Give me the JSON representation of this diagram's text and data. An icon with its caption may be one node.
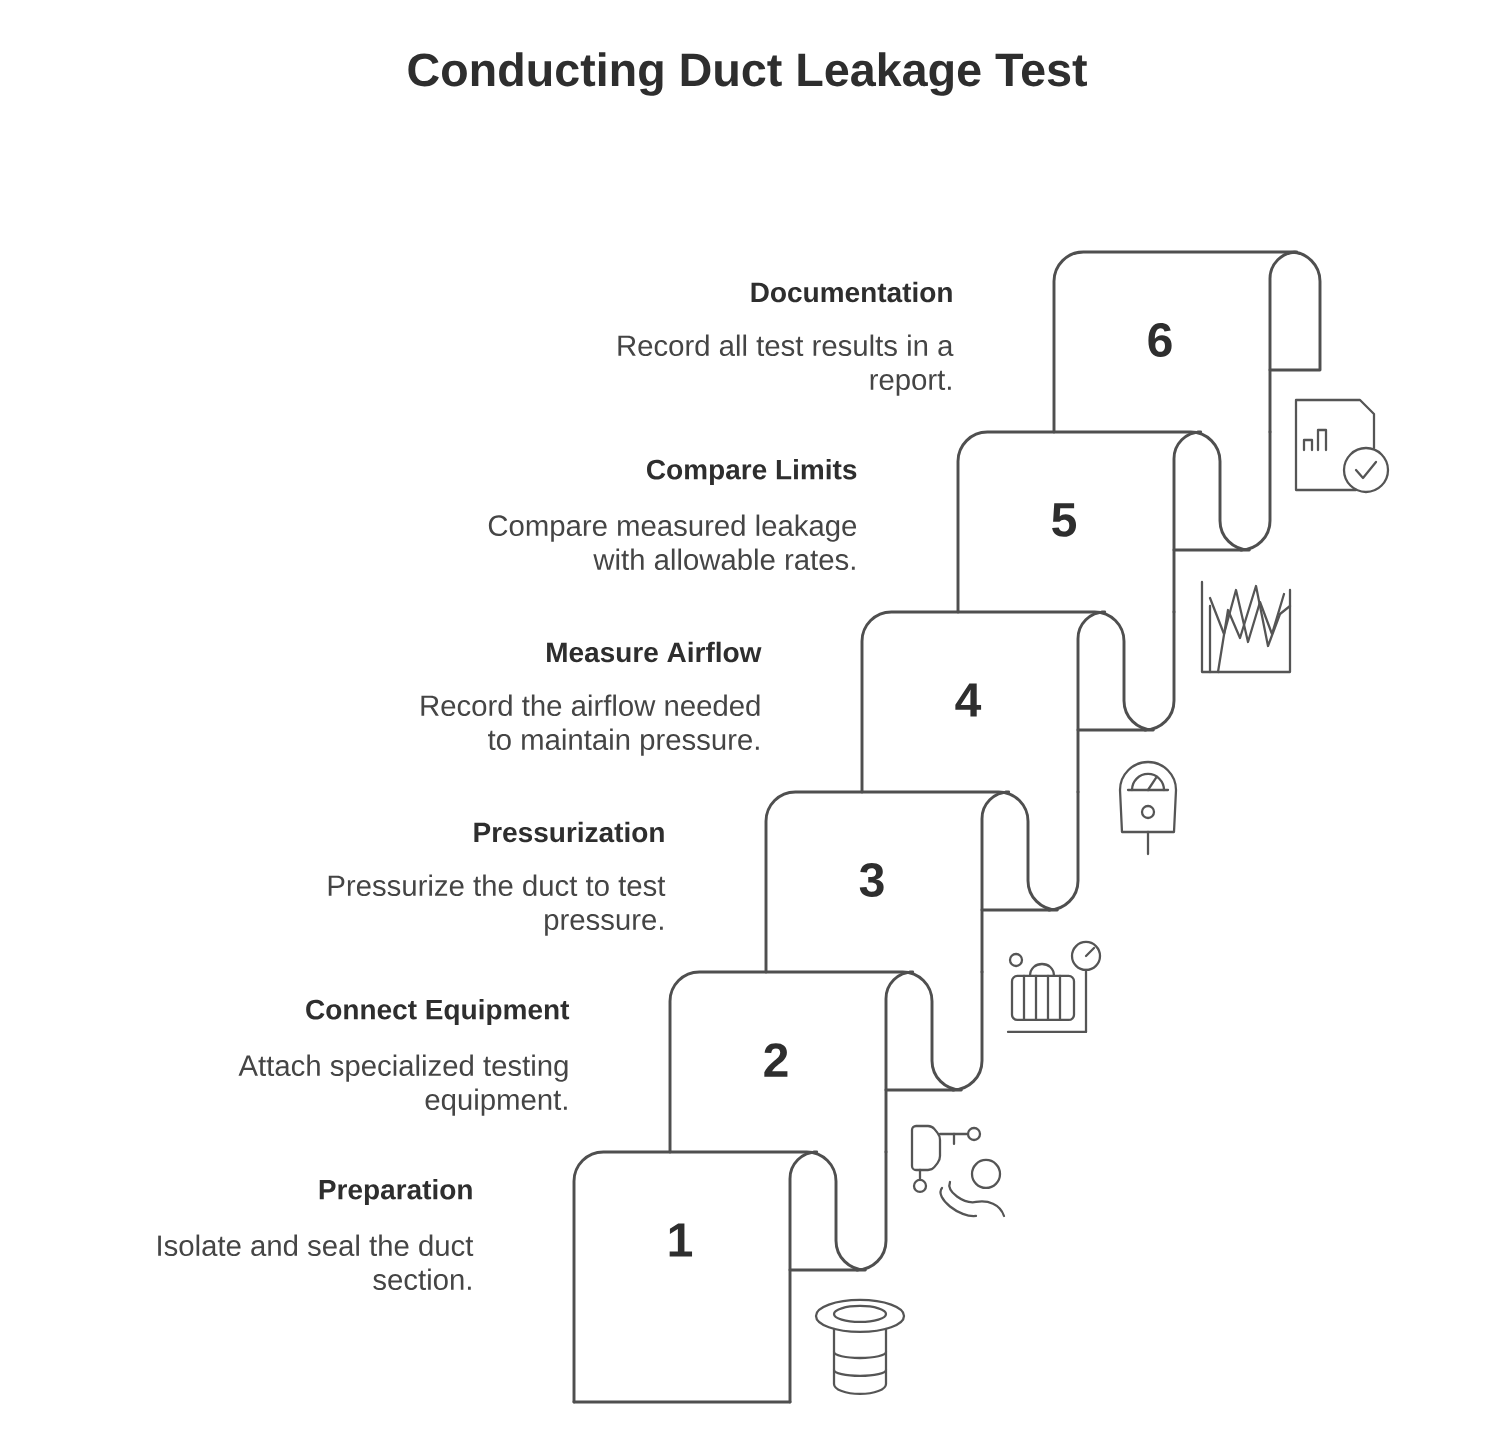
{
  "diagram": {
    "title": "Conducting Duct Leakage Test",
    "nodes": [
      {
        "text": [
          "1"
        ],
        "beside": [
          "Preparation",
          "Isolate and seal the duct section."
        ]
      },
      {
        "text": [
          "2"
        ],
        "beside": [
          "Connect Equipment",
          "Attach specialized testing equipment."
        ]
      },
      {
        "text": [
          "3"
        ],
        "beside": [
          "Pressurization",
          "Pressurize the duct to test pressure."
        ]
      },
      {
        "text": [
          "4"
        ],
        "beside": [
          "Measure Airflow",
          "Record the airflow needed to maintain pressure."
        ]
      },
      {
        "text": [
          "5"
        ],
        "beside": [
          "Compare Limits",
          "Compare measured leakage with allowable rates."
        ]
      },
      {
        "text": [
          "6"
        ],
        "beside": [
          "Documentation",
          "Record all test results in a report."
        ]
      }
    ]
  }
}
